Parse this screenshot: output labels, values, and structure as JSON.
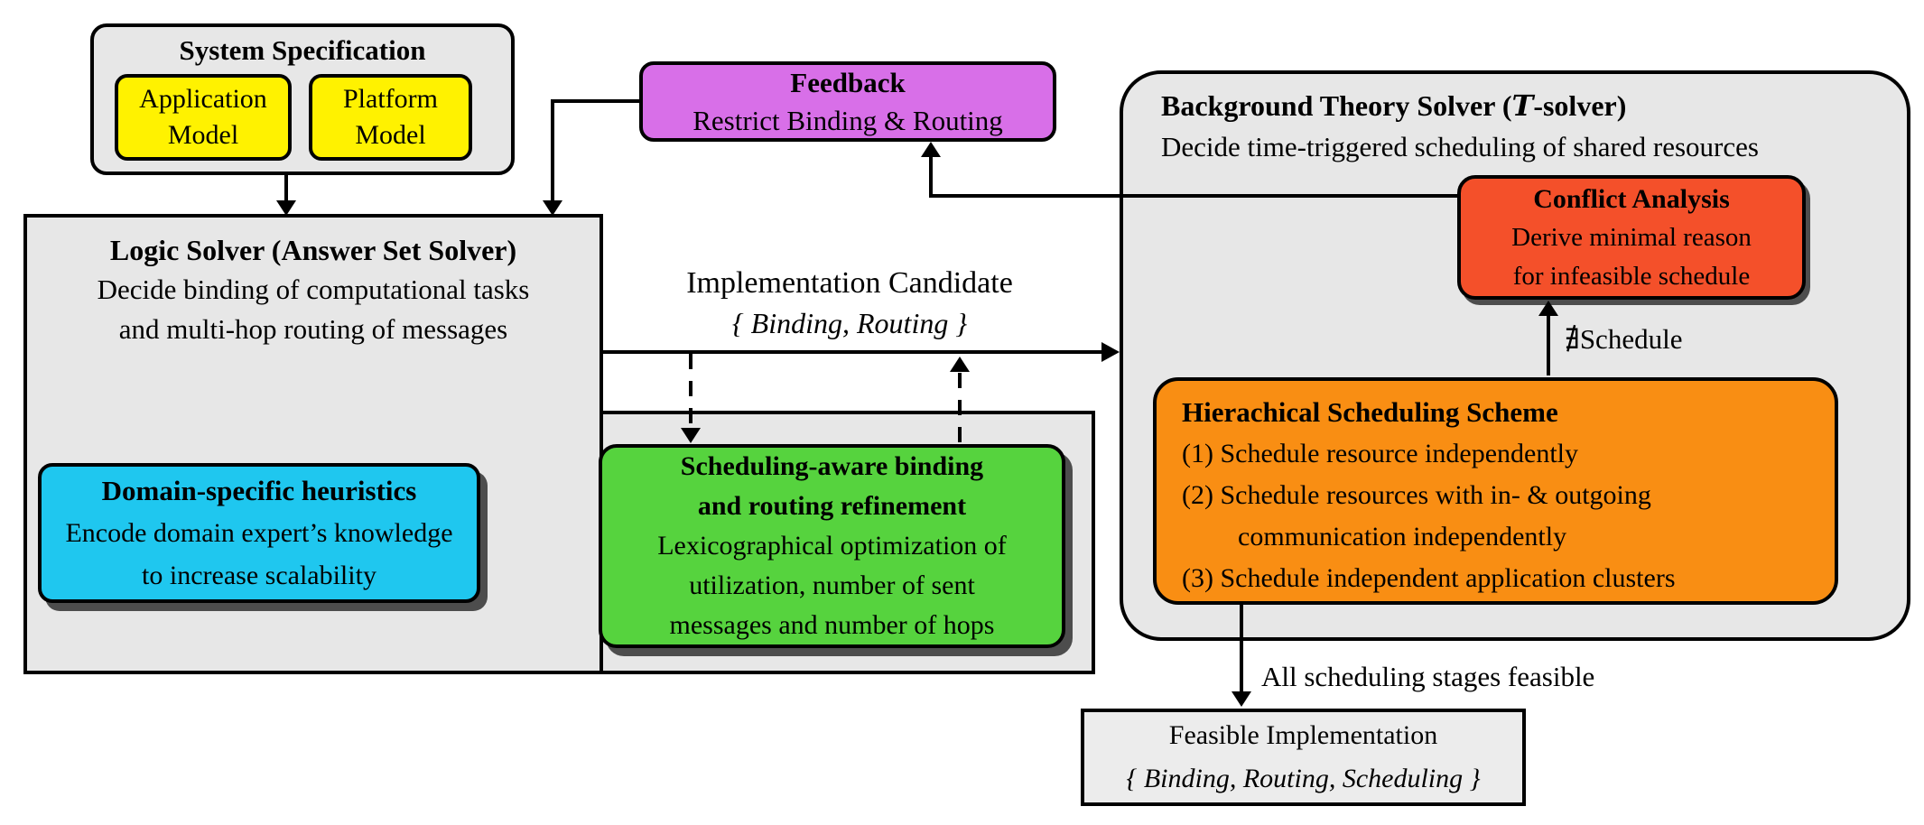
{
  "colors": {
    "panel_gray": "#E7E7E7",
    "feasible_gray": "#ECECEC",
    "yellow": "#FFF200",
    "magenta": "#D86FE8",
    "cyan": "#1FC7EF",
    "green": "#56D33E",
    "orange": "#F98E13",
    "red": "#F4502A",
    "border": "#000000",
    "shadow": "#4D4D4D"
  },
  "system_spec": {
    "title": "System Specification",
    "models": [
      "Application Model",
      "Platform Model"
    ]
  },
  "feedback": {
    "title": "Feedback",
    "subtitle": "Restrict Binding & Routing"
  },
  "logic_solver": {
    "title": "Logic Solver (Answer Set Solver)",
    "desc1": "Decide binding of computational tasks",
    "desc2": "and multi-hop routing of messages"
  },
  "heuristics": {
    "title": "Domain-specific heuristics",
    "body1": "Encode domain expert’s knowledge",
    "body2": "to increase scalability"
  },
  "refinement": {
    "title1": "Scheduling-aware binding",
    "title2": "and routing refinement",
    "body1": "Lexicographical optimization of",
    "body2": "utilization, number of sent",
    "body3": "messages and number of hops"
  },
  "impl_candidate": {
    "line1": "Implementation Candidate",
    "line2": "{ Binding, Routing }"
  },
  "tsolver": {
    "title_prefix": "Background Theory Solver (",
    "title_t": "T",
    "title_suffix": "-solver)",
    "subtitle": "Decide time-triggered scheduling of shared resources"
  },
  "conflict": {
    "title": "Conflict Analysis",
    "body1": "Derive minimal reason",
    "body2": "for infeasible schedule"
  },
  "hss": {
    "title": "Hierachical Scheduling Scheme",
    "item1": "(1) Schedule resource independently",
    "item2a": "(2) Schedule resources with in- & outgoing",
    "item2b": "communication independently",
    "item3": "(3) Schedule independent application clusters"
  },
  "labels": {
    "no_schedule": "∄Schedule",
    "all_feasible": "All scheduling stages feasible"
  },
  "feasible": {
    "line1": "Feasible Implementation",
    "line2": "{ Binding, Routing, Scheduling }"
  }
}
